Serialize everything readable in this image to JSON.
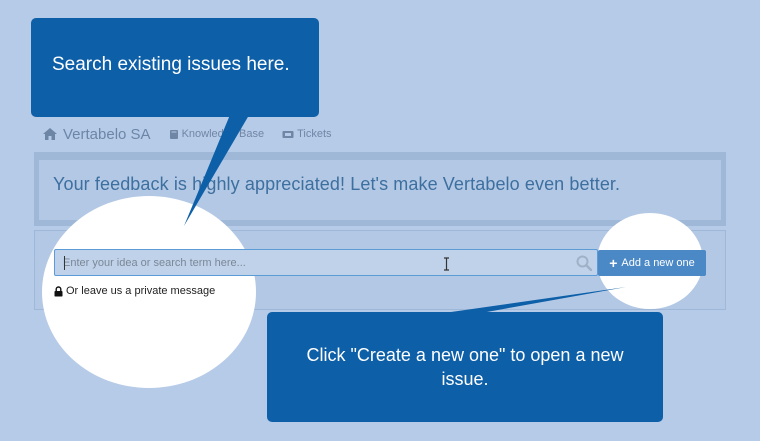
{
  "nav": {
    "brand": "Vertabelo SA",
    "knowledge_base": "Knowledge Base",
    "tickets": "Tickets"
  },
  "banner": {
    "text": "Your feedback is highly appreciated! Let's make Vertabelo even better."
  },
  "search": {
    "placeholder": "Enter your idea or search term here..."
  },
  "add_button": {
    "label": "Add a new one"
  },
  "private_message": {
    "label": "Or leave us a private message"
  },
  "callouts": {
    "search_tip": "Search existing issues here.",
    "create_tip": "Click \"Create a new one\" to open a new issue."
  },
  "colors": {
    "background": "#b6cbe8",
    "callout": "#0d5fa8",
    "button": "#4a88c6",
    "banner_text": "#3d6f9f"
  },
  "icons": {
    "brand": "home-icon",
    "knowledge_base": "book-icon",
    "tickets": "ticket-icon",
    "search": "search-icon",
    "private": "lock-icon",
    "add": "plus-icon"
  }
}
